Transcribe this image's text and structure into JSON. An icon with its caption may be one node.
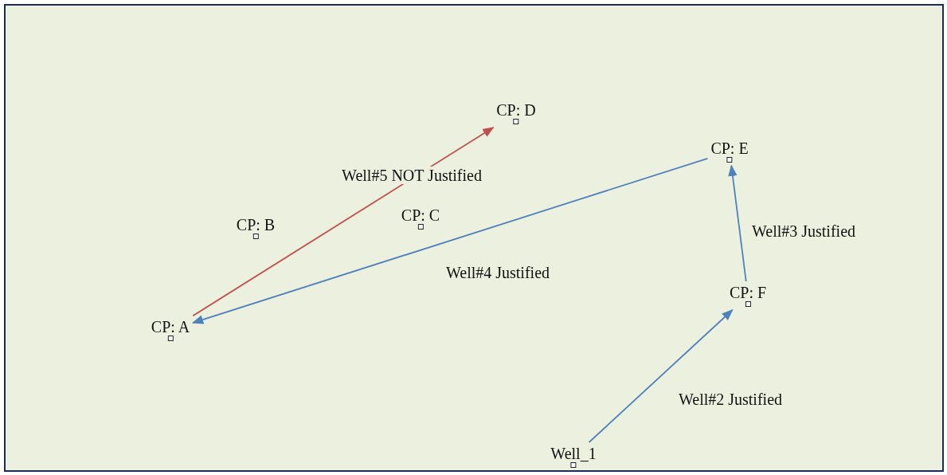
{
  "diagram": {
    "nodes": [
      {
        "text": [
          "CP: D"
        ]
      },
      {
        "text": [
          "CP: E"
        ]
      },
      {
        "text": [
          "CP: B"
        ]
      },
      {
        "text": [
          "CP: C"
        ]
      },
      {
        "text": [
          "CP: F"
        ]
      },
      {
        "text": [
          "CP: A"
        ]
      },
      {
        "text": [
          "Well_1"
        ]
      }
    ],
    "edges": [
      {
        "from": 5,
        "to": 0,
        "arrow": "to",
        "label": "Well#5 NOT Justified",
        "color": "#c0504d"
      },
      {
        "from": 1,
        "to": 5,
        "arrow": "to",
        "label": "Well#4 Justified"
      },
      {
        "from": 4,
        "to": 1,
        "arrow": "to",
        "label": "Well#3 Justified"
      },
      {
        "from": 6,
        "to": 4,
        "arrow": "to",
        "label": "Well#2 Justified"
      }
    ]
  }
}
